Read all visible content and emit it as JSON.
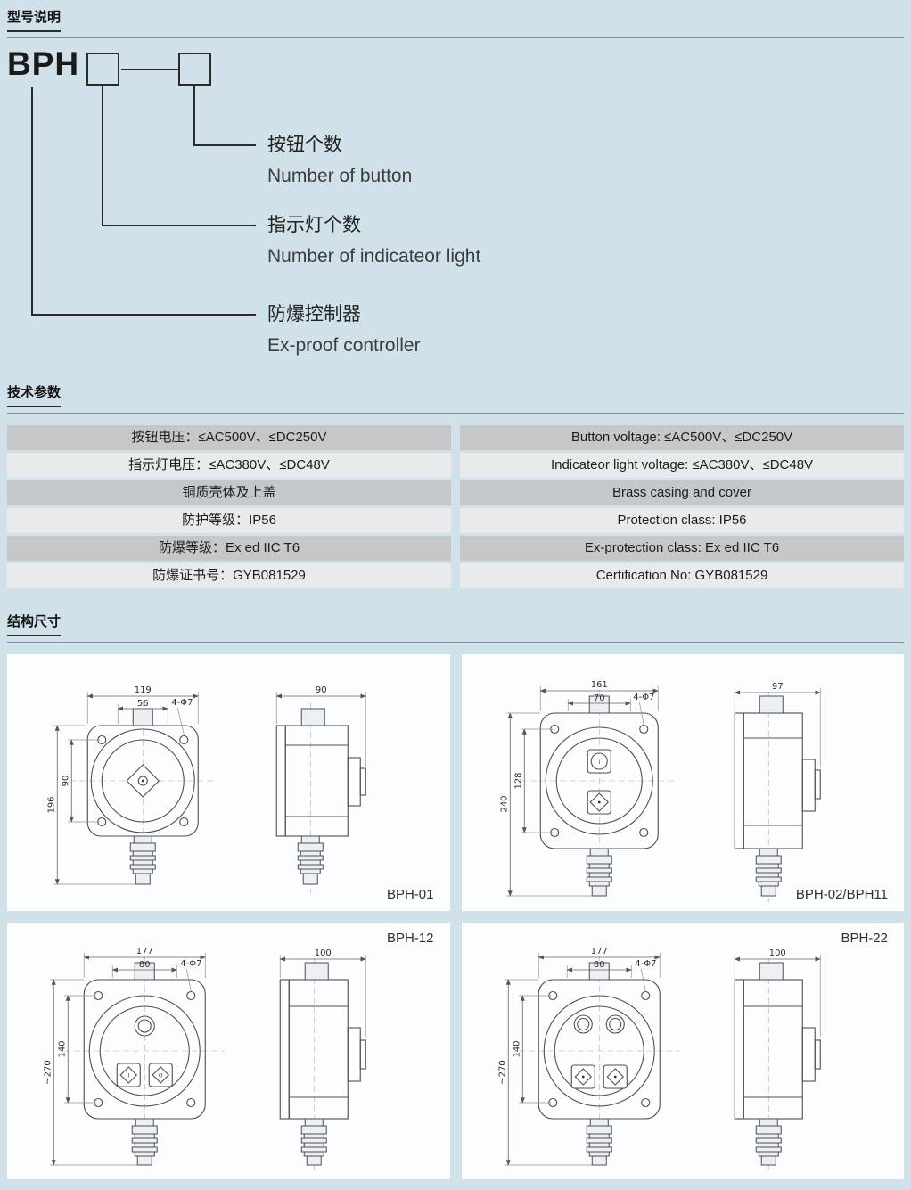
{
  "colors": {
    "page_bg": "#d0e1ea",
    "row_dark": "#c5c7c9",
    "row_light": "#e9eaec"
  },
  "model": {
    "heading": "型号说明",
    "code": "BPH",
    "callouts": [
      {
        "zh": "按钮个数",
        "en": "Number of button"
      },
      {
        "zh": "指示灯个数",
        "en": "Number of indicateor light"
      },
      {
        "zh": "防爆控制器",
        "en": "Ex-proof controller"
      }
    ]
  },
  "params": {
    "heading": "技术参数",
    "rows": [
      {
        "zh": "按钮电压：≤AC500V、≤DC250V",
        "en": "Button voltage: ≤AC500V、≤DC250V"
      },
      {
        "zh": "指示灯电压：≤AC380V、≤DC48V",
        "en": "Indicateor light voltage: ≤AC380V、≤DC48V"
      },
      {
        "zh": "铜质壳体及上盖",
        "en": "Brass casing and cover"
      },
      {
        "zh": "防护等级：IP56",
        "en": "Protection class: IP56"
      },
      {
        "zh": "防爆等级：Ex ed IIC T6",
        "en": "Ex-protection class: Ex ed IIC T6"
      },
      {
        "zh": "防爆证书号：GYB081529",
        "en": "Certification No: GYB081529"
      }
    ]
  },
  "dims": {
    "heading": "结构尺寸",
    "panels": [
      {
        "label": "BPH-01",
        "front": {
          "w1": "119",
          "w2": "56",
          "holes": "4-Φ7",
          "h1": "196",
          "h2": "90"
        },
        "side": {
          "w": "90"
        }
      },
      {
        "label": "BPH-02/BPH11",
        "front": {
          "w1": "161",
          "w2": "70",
          "holes": "4-Φ7",
          "h1": "240",
          "h2": "128",
          "marks": [
            "I"
          ]
        },
        "side": {
          "w": "97"
        }
      },
      {
        "label": "BPH-12",
        "front": {
          "w1": "177",
          "w2": "80",
          "holes": "4-Φ7",
          "h1": "~270",
          "h2": "140",
          "marks": [
            "I",
            "O"
          ]
        },
        "side": {
          "w": "100"
        }
      },
      {
        "label": "BPH-22",
        "front": {
          "w1": "177",
          "w2": "80",
          "holes": "4-Φ7",
          "h1": "~270",
          "h2": "140"
        },
        "side": {
          "w": "100"
        }
      }
    ]
  }
}
